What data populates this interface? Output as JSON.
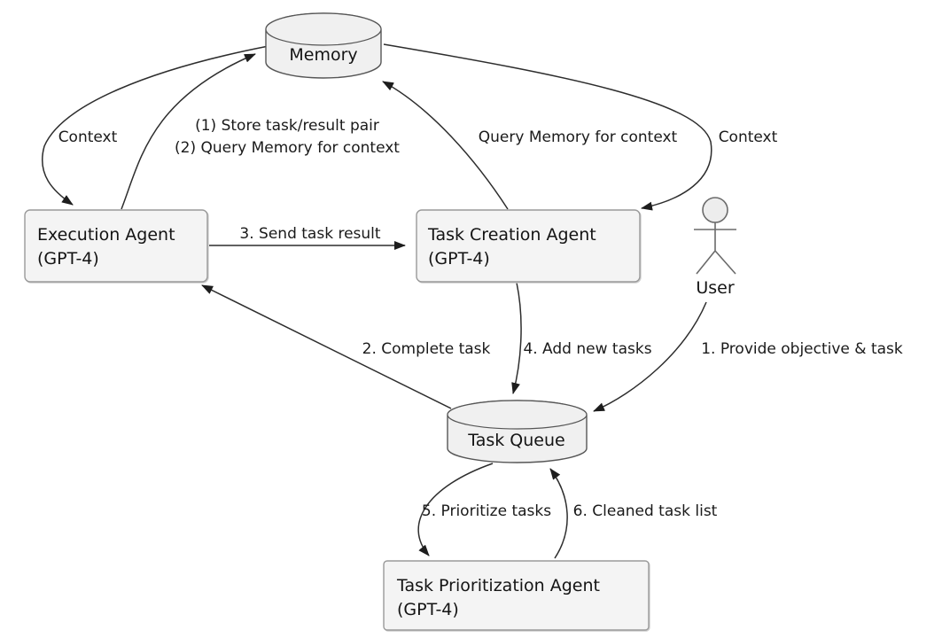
{
  "colors": {
    "background": "#ffffff",
    "node_fill": "#f4f4f4",
    "node_stroke": "#9a9a9a",
    "cylinder_stroke": "#565656",
    "edge_stroke": "#2d2d2d",
    "text": "#141414"
  },
  "nodes": {
    "memory": {
      "label": "Memory",
      "shape": "cylinder"
    },
    "execution_agent": {
      "label": "Execution Agent",
      "sublabel": "(GPT-4)",
      "shape": "box"
    },
    "task_creation_agent": {
      "label": "Task Creation Agent",
      "sublabel": "(GPT-4)",
      "shape": "box"
    },
    "user": {
      "label": "User",
      "shape": "actor"
    },
    "task_queue": {
      "label": "Task Queue",
      "shape": "cylinder"
    },
    "task_prioritization_agent": {
      "label": "Task Prioritization Agent",
      "sublabel": "(GPT-4)",
      "shape": "box"
    }
  },
  "edges": {
    "context_left": {
      "label": "Context",
      "from": "memory",
      "to": "execution_agent"
    },
    "store_query": {
      "label_line1": "(1) Store task/result pair",
      "label_line2": "(2) Query Memory for context",
      "from": "execution_agent",
      "to": "memory"
    },
    "query_memory": {
      "label": "Query Memory for context",
      "from": "task_creation_agent",
      "to": "memory"
    },
    "context_right": {
      "label": "Context",
      "from": "memory",
      "to": "task_creation_agent"
    },
    "send_task_result": {
      "label": "3. Send task result",
      "from": "execution_agent",
      "to": "task_creation_agent"
    },
    "complete_task": {
      "label": "2. Complete task",
      "from": "task_queue",
      "to": "execution_agent"
    },
    "add_new_tasks": {
      "label": "4. Add new tasks",
      "from": "task_creation_agent",
      "to": "task_queue"
    },
    "provide_objective": {
      "label": "1. Provide objective & task",
      "from": "user",
      "to": "task_queue"
    },
    "prioritize_tasks": {
      "label": "5. Prioritize tasks",
      "from": "task_queue",
      "to": "task_prioritization_agent"
    },
    "cleaned_task_list": {
      "label": "6. Cleaned task list",
      "from": "task_prioritization_agent",
      "to": "task_queue"
    }
  }
}
